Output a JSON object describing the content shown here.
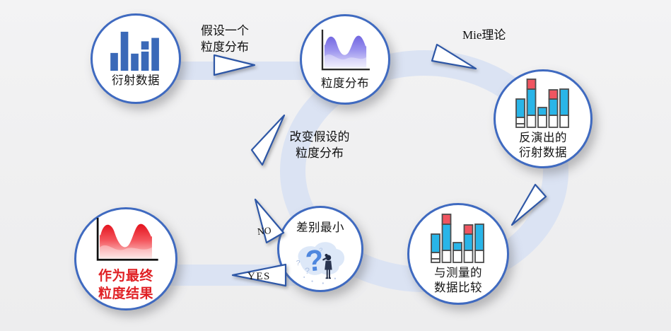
{
  "palette": {
    "background": "#f0f0f1",
    "loop_ring": "#dbe3f3",
    "node_border": "#3f6ac0",
    "bar_blue": "#3a69b8",
    "bar_cyan": "#29b5e8",
    "bar_red": "#f05560",
    "bar_outline": "#4d4d4d",
    "wave_blue_top": "#6f64df",
    "wave_blue_bottom": "#e9e7fc",
    "wave_red_top": "#e30f1a",
    "wave_red_bottom": "#fcd9d8",
    "final_text_red": "#e02024",
    "question_mark_blue": "#4f87de",
    "label_text": "#141414"
  },
  "icons": {
    "node1": "bar-chart-icon",
    "node2": "wave-chart-icon",
    "node3": "stacked-bar-chart-icon",
    "node4": "stacked-bar-chart-icon",
    "node5": "question-person-illustration",
    "node6": "red-wave-chart-icon"
  },
  "nodes": {
    "diffraction": {
      "label": "衍射数据"
    },
    "distribution": {
      "label": "粒度分布"
    },
    "inverted": {
      "line1": "反演出的",
      "line2": "衍射数据"
    },
    "compare": {
      "line1": "与测量的",
      "line2": "数据比较"
    },
    "decision": {
      "label": "差别最小",
      "question_mark": "?"
    },
    "final": {
      "line1": "作为最终",
      "line2": "粒度结果"
    }
  },
  "annotations": {
    "assume": {
      "line1": "假设一个",
      "line2": "粒度分布"
    },
    "mie": {
      "label": "Mie理论"
    },
    "change": {
      "line1": "改变假设的",
      "line2": "粒度分布"
    },
    "no_label": "NO",
    "yes_label": "YES"
  }
}
